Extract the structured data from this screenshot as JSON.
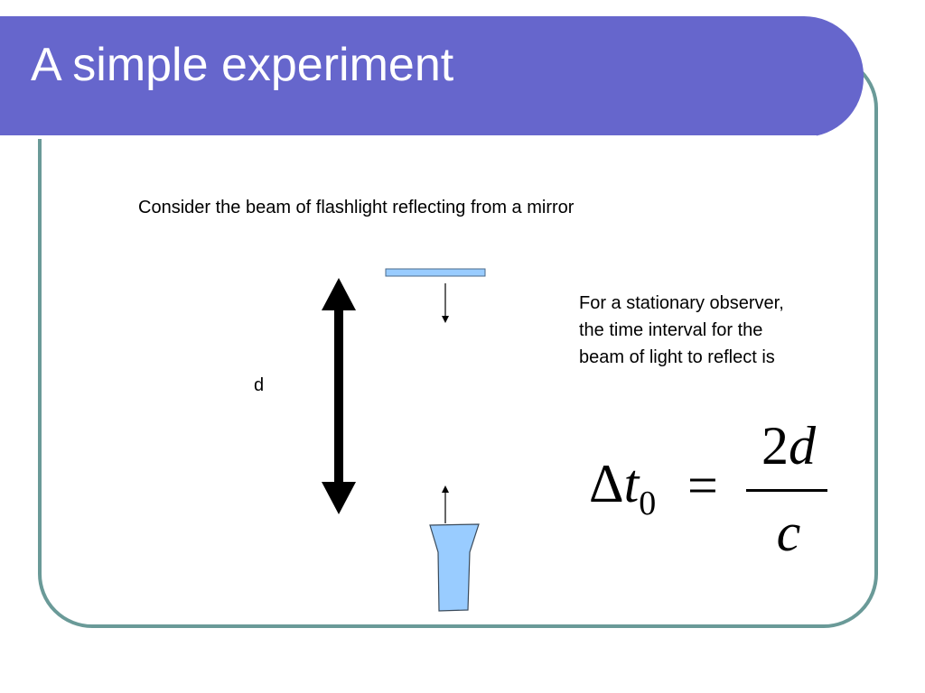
{
  "slide": {
    "title": "A simple experiment",
    "intro": "Consider the beam of flashlight reflecting from a mirror",
    "observer_text": [
      "For a stationary observer,",
      "the time interval for the",
      "beam of light to reflect is"
    ],
    "distance_label": "d"
  },
  "formula": {
    "delta": "Δ",
    "variable": "t",
    "subscript": "0",
    "equals": "=",
    "numerator_coefficient": "2",
    "numerator_variable": "d",
    "denominator": "c"
  },
  "colors": {
    "title_bar": "#6666cc",
    "frame_border": "#6a9a98",
    "mirror_fill": "#99ccff",
    "flashlight_fill": "#99ccff",
    "text": "#000000"
  }
}
